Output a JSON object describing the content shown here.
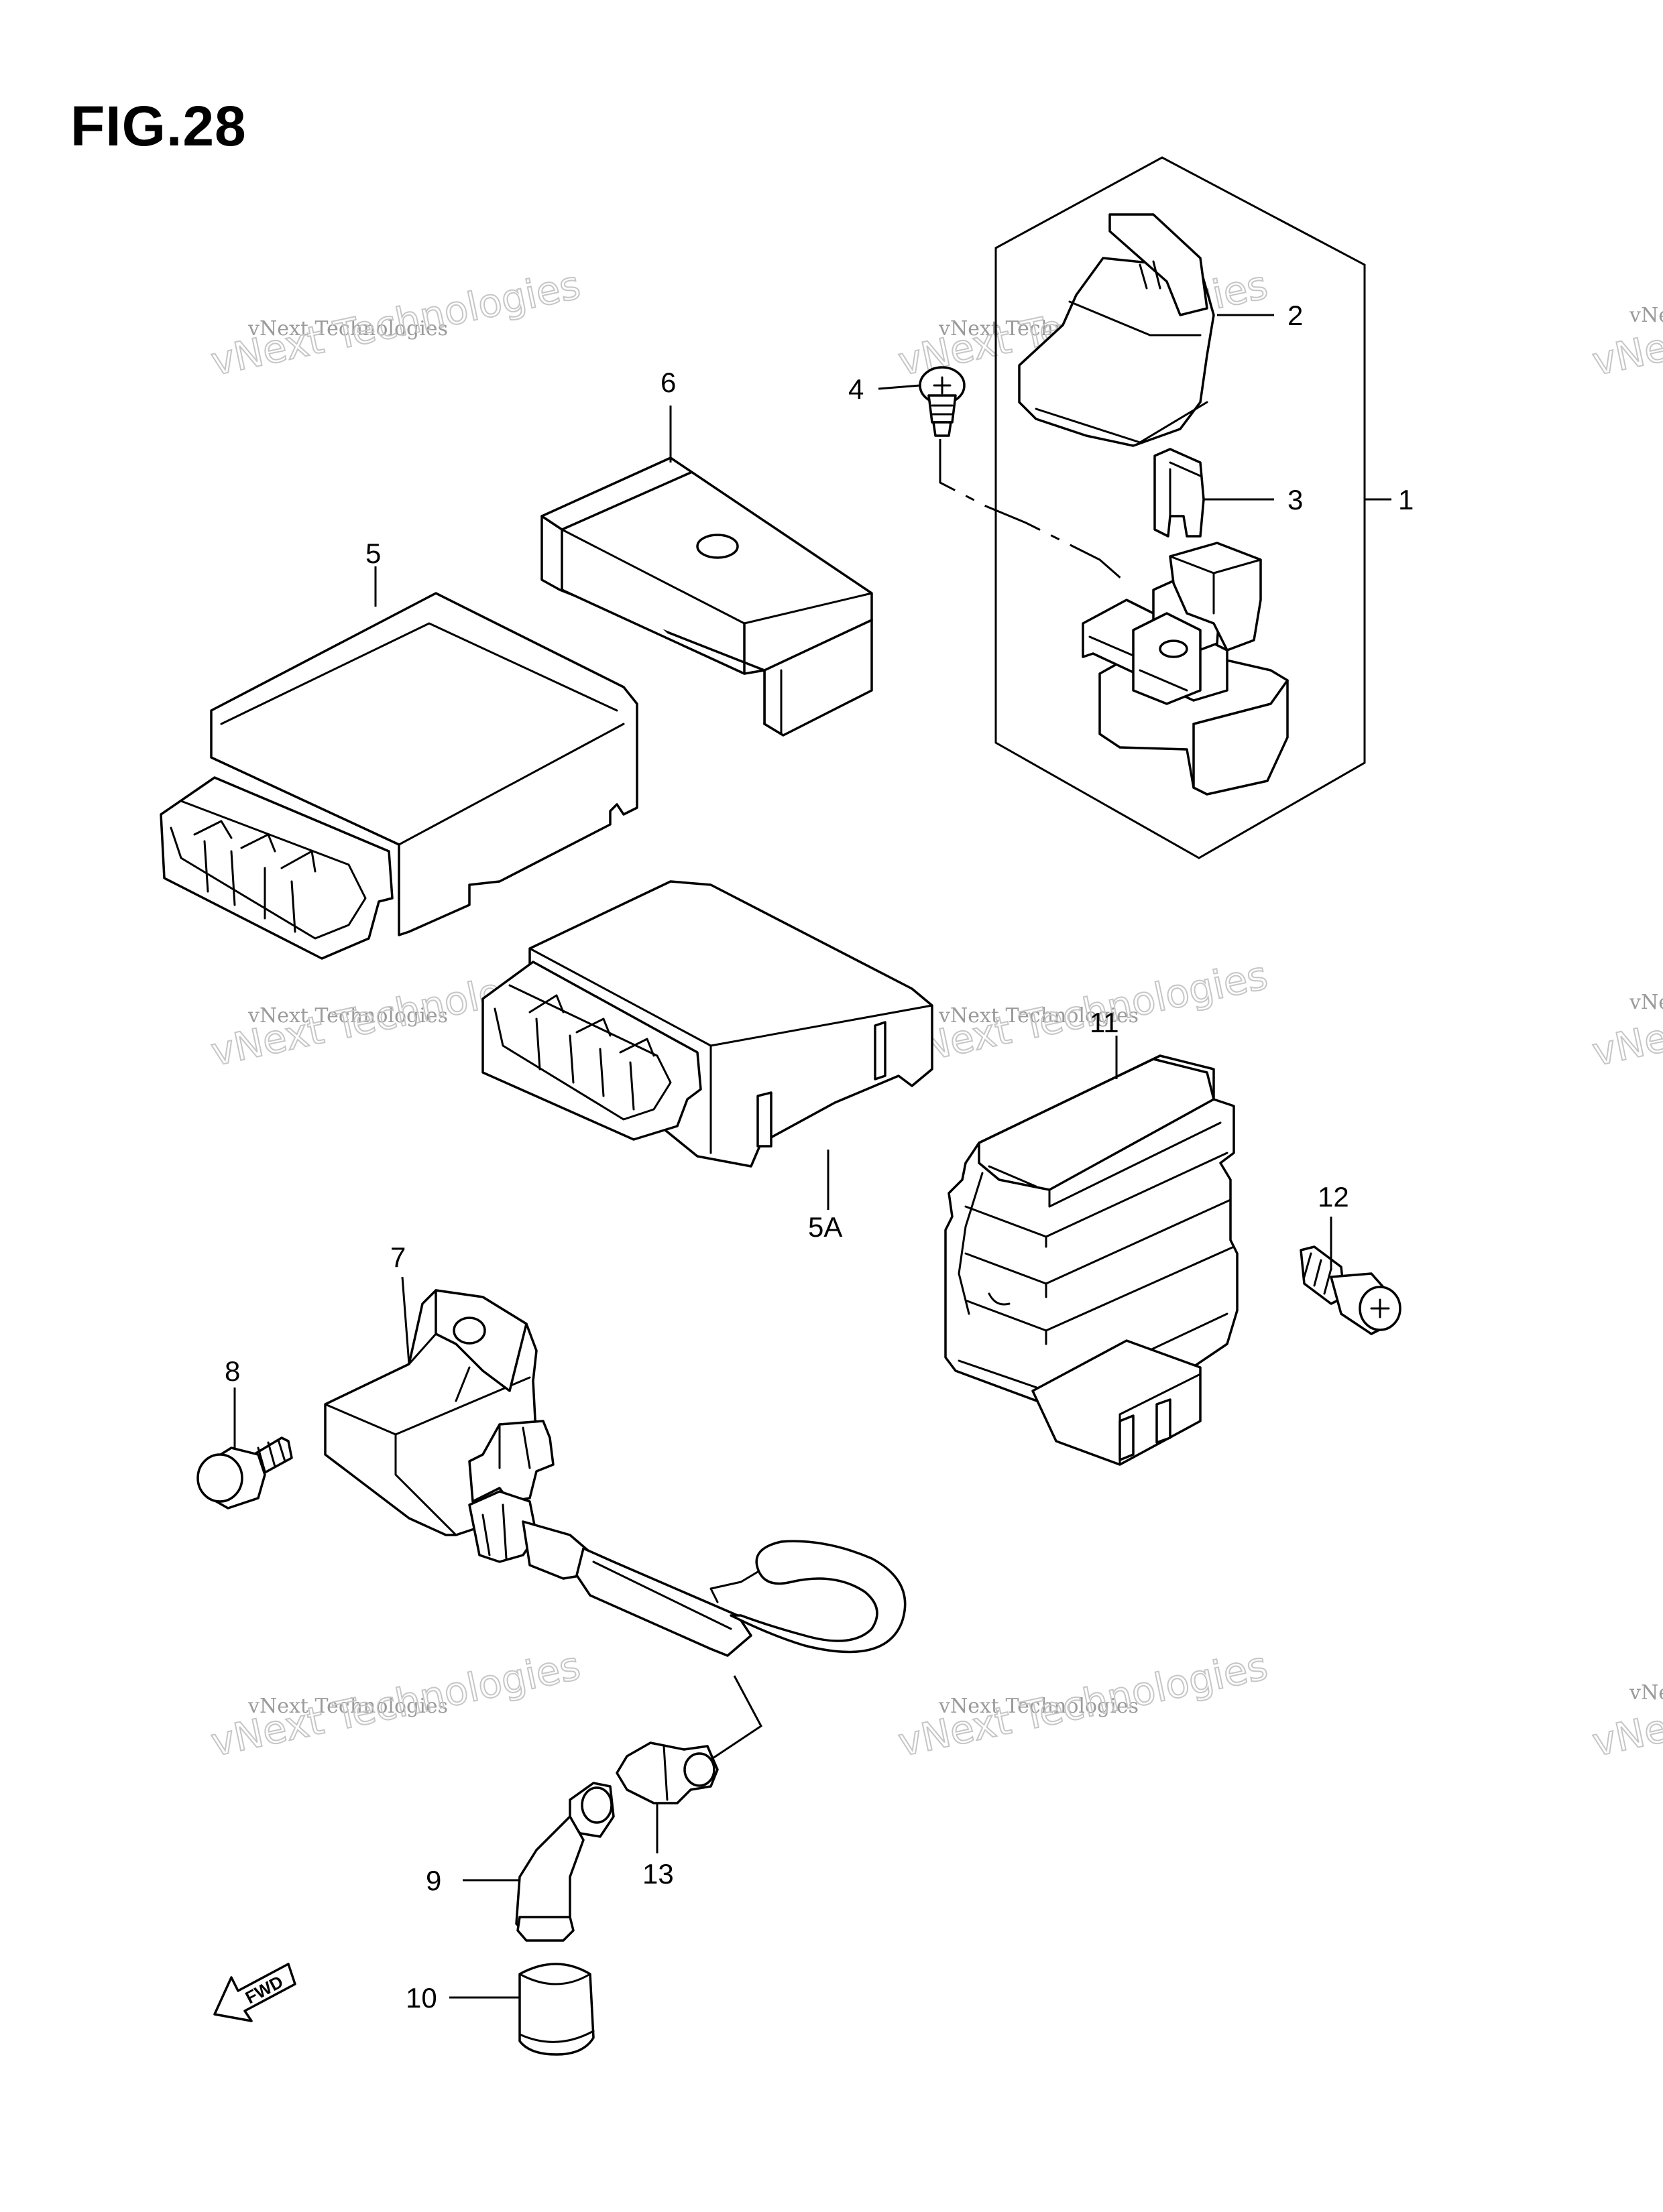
{
  "figure": {
    "title": "FIG.28"
  },
  "callouts": [
    "1",
    "2",
    "3",
    "4",
    "5",
    "5A",
    "6",
    "7",
    "8",
    "9",
    "10",
    "11",
    "12",
    "13"
  ],
  "watermark": {
    "line1": "vNext Technologies",
    "line2": "vNext Technologies"
  },
  "fwd_label": "FWD",
  "colors": {
    "line": "#000000",
    "background": "#ffffff",
    "watermark": "#bdbdbd"
  }
}
